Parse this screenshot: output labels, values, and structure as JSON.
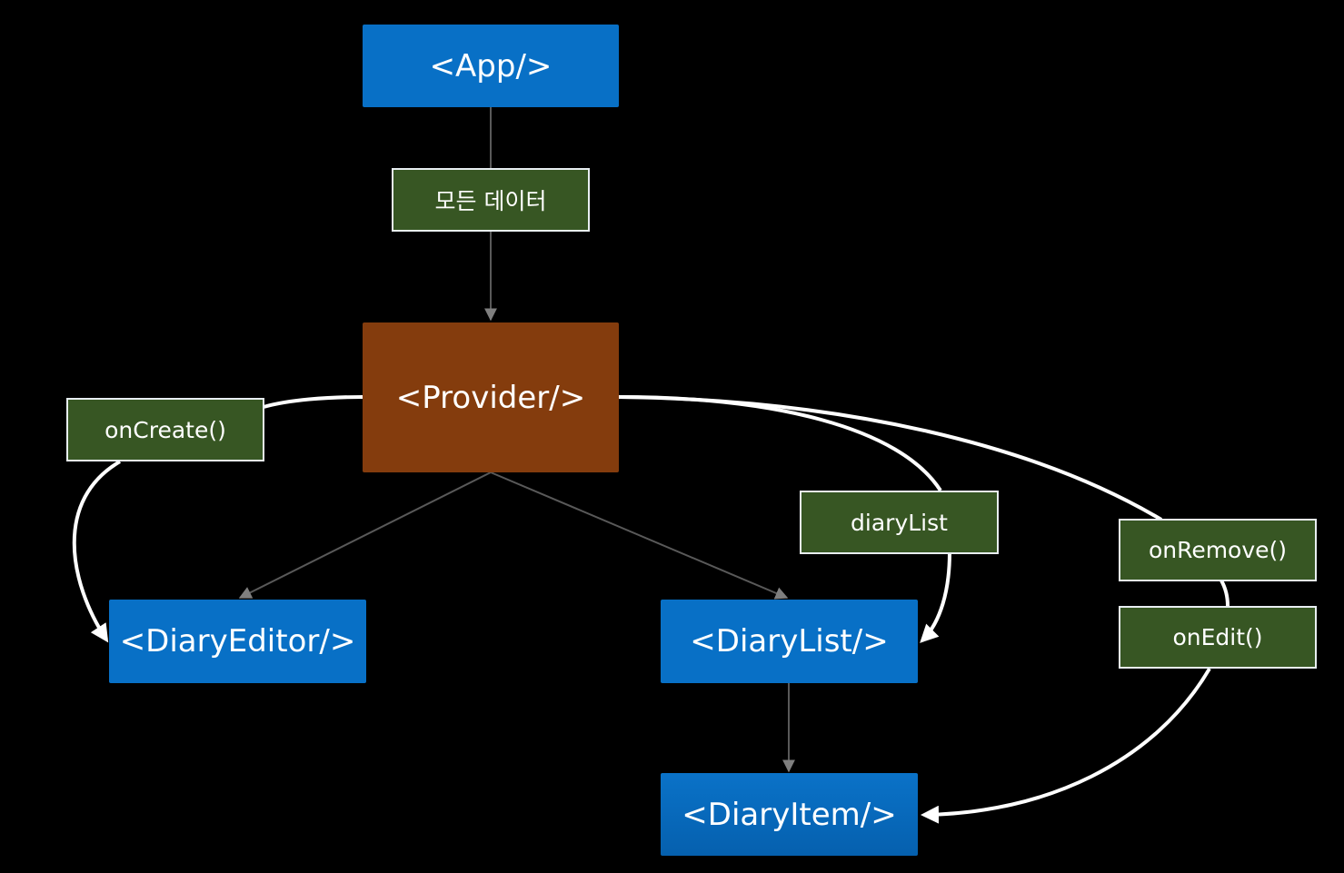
{
  "diagram": {
    "components": {
      "app": "<App/>",
      "provider": "<Provider/>",
      "diary_editor": "<DiaryEditor/>",
      "diary_list": "<DiaryList/>",
      "diary_item": "<DiaryItem/>"
    },
    "edge_labels": {
      "all_data": "모든 데이터",
      "on_create": "onCreate()",
      "diary_list": "diaryList",
      "on_remove": "onRemove()",
      "on_edit": "onEdit()"
    },
    "colors": {
      "background": "#000000",
      "component_blue": "#0870c6",
      "provider_brown": "#843c0d",
      "label_green": "#375623",
      "label_border": "#e8eef2",
      "tree_line": "#595959",
      "prop_curve": "#ffffff"
    }
  }
}
